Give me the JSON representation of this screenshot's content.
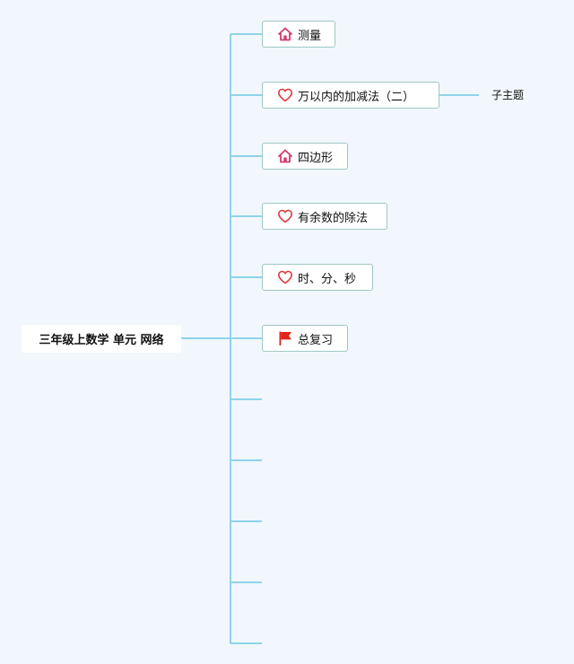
{
  "root": {
    "label": "三年级上数学 单元 网络"
  },
  "branches": [
    {
      "label": "测量",
      "icon": "home-icon"
    },
    {
      "label": "万以内的加减法（二）",
      "icon": "heart-icon"
    },
    {
      "label": "四边形",
      "icon": "home-icon"
    },
    {
      "label": "有余数的除法",
      "icon": "heart-icon"
    },
    {
      "label": "时、分、秒",
      "icon": "heart-icon"
    },
    {
      "label": "总复习",
      "icon": "flag-icon"
    }
  ],
  "subtopic": {
    "label": "子主题"
  },
  "colors": {
    "background": "#f1f7fc",
    "connector": "#8fd3ec",
    "node_border": "#9fc7c3",
    "home_icon": "#d63a6b",
    "heart_icon": "#e0383c",
    "flag_icon": "#e2231a"
  }
}
